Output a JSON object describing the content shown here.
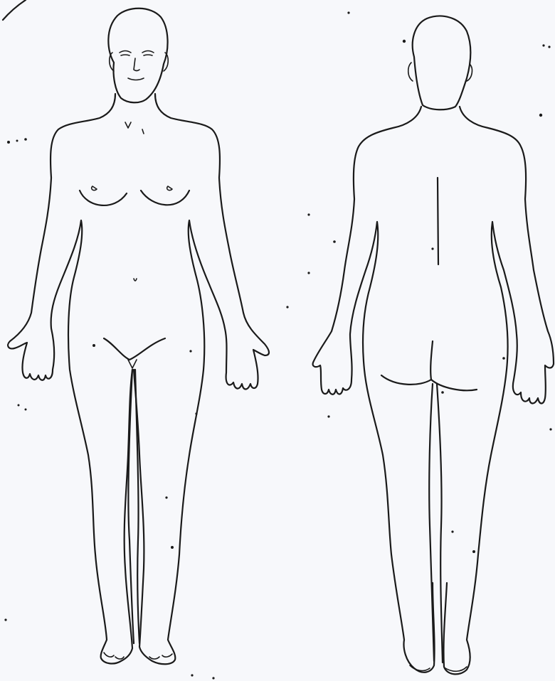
{
  "diagram": {
    "type": "body-outline-chart",
    "views": [
      {
        "id": "front",
        "view": "anterior"
      },
      {
        "id": "back",
        "view": "posterior"
      }
    ],
    "colors": {
      "paper": "#f7f8fb",
      "ink": "#1a1a1a"
    }
  }
}
